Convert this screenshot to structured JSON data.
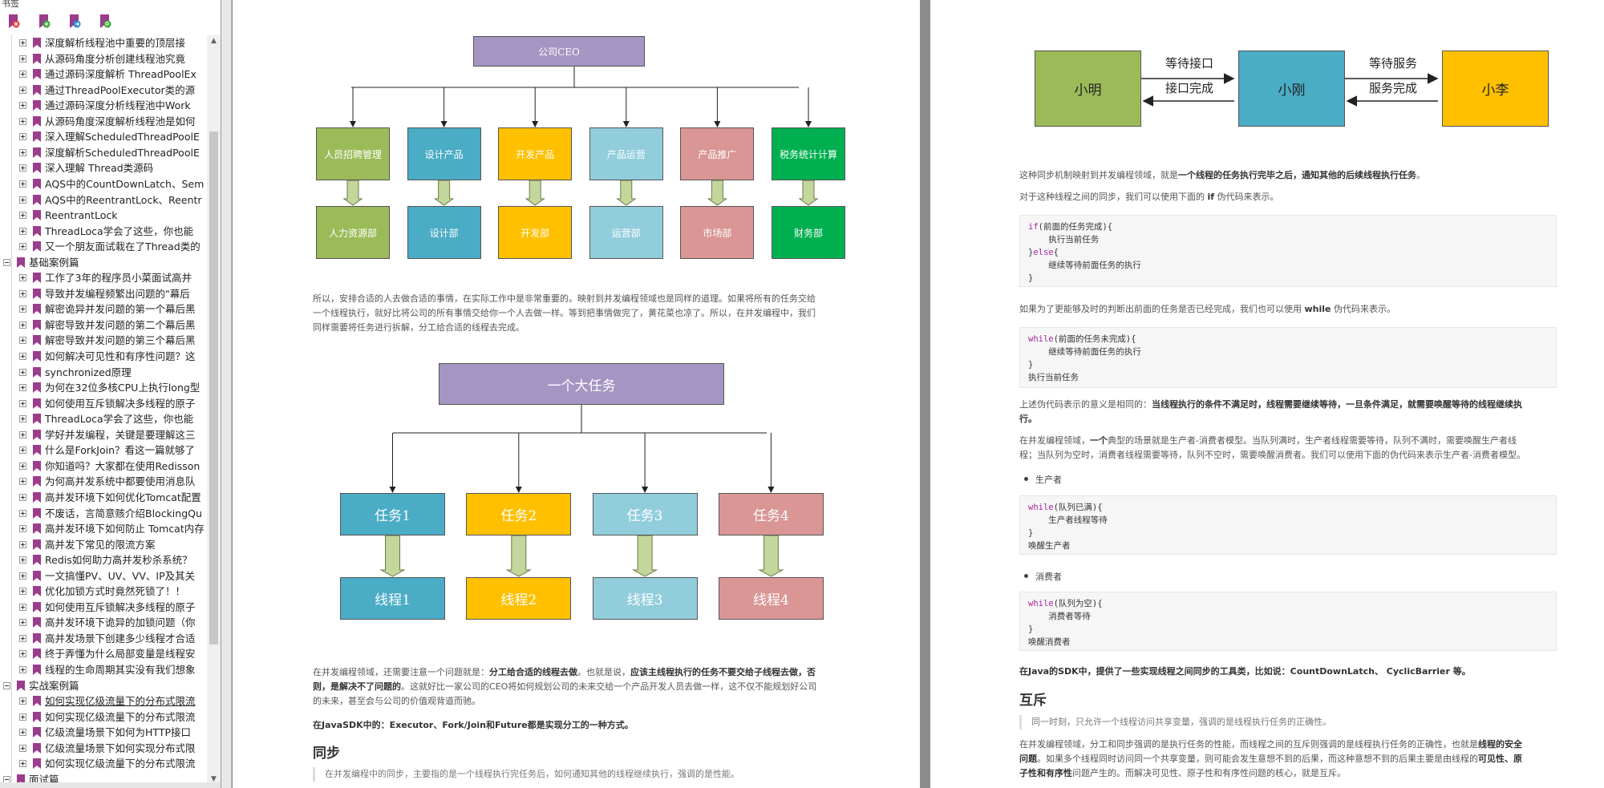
{
  "sidebar": {
    "title": "书签",
    "toolbar_icons": [
      "delete-bookmark-icon",
      "add-bookmark-icon",
      "expand-bookmark-icon",
      "find-bookmark-icon"
    ],
    "items": [
      {
        "label": "深度解析线程池中重要的顶层接",
        "level": 2
      },
      {
        "label": "从源码角度分析创建线程池究竟",
        "level": 2
      },
      {
        "label": "通过源码深度解析 ThreadPoolEx",
        "level": 2
      },
      {
        "label": "通过ThreadPoolExecutor类的源",
        "level": 2
      },
      {
        "label": "通过源码深度分析线程池中Work",
        "level": 2
      },
      {
        "label": "从源码角度深度解析线程池是如何",
        "level": 2
      },
      {
        "label": "深入理解ScheduledThreadPoolE",
        "level": 2
      },
      {
        "label": "深度解析ScheduledThreadPoolE",
        "level": 2
      },
      {
        "label": "深入理解 Thread类源码",
        "level": 2
      },
      {
        "label": "AQS中的CountDownLatch、Sem",
        "level": 2
      },
      {
        "label": "AQS中的ReentrantLock、Reentr",
        "level": 2
      },
      {
        "label": "ReentrantLock",
        "level": 2
      },
      {
        "label": "ThreadLoca学会了这些，你也能",
        "level": 2
      },
      {
        "label": "又一个朋友面试栽在了Thread类的",
        "level": 2
      },
      {
        "label": "基础案例篇",
        "level": 1
      },
      {
        "label": "工作了3年的程序员小菜面试高并",
        "level": 2
      },
      {
        "label": "导致并发编程频繁出问题的\"幕后",
        "level": 2
      },
      {
        "label": "解密诡异并发问题的第一个幕后黑",
        "level": 2
      },
      {
        "label": "解密导致并发问题的第二个幕后黑",
        "level": 2
      },
      {
        "label": "解密导致并发问题的第三个幕后黑",
        "level": 2
      },
      {
        "label": "如何解决可见性和有序性问题？这",
        "level": 2
      },
      {
        "label": "synchronized原理",
        "level": 2
      },
      {
        "label": "为何在32位多核CPU上执行long型",
        "level": 2
      },
      {
        "label": "如何使用互斥锁解决多线程的原子",
        "level": 2
      },
      {
        "label": "ThreadLoca学会了这些，你也能",
        "level": 2
      },
      {
        "label": "学好并发编程，关键是要理解这三",
        "level": 2
      },
      {
        "label": "什么是ForkJoin？看这一篇就够了",
        "level": 2
      },
      {
        "label": "你知道吗？大家都在使用Redisson",
        "level": 2
      },
      {
        "label": "为何高并发系统中都要使用消息队",
        "level": 2
      },
      {
        "label": "高并发环境下如何优化Tomcat配置",
        "level": 2
      },
      {
        "label": "不废话，言简意赅介绍BlockingQu",
        "level": 2
      },
      {
        "label": "高并发环境下如何防止 Tomcat内存",
        "level": 2
      },
      {
        "label": "高并发下常见的限流方案",
        "level": 2
      },
      {
        "label": "Redis如何助力高并发秒杀系统？",
        "level": 2
      },
      {
        "label": "一文搞懂PV、UV、VV、IP及其关",
        "level": 2
      },
      {
        "label": "优化加锁方式时竟然死锁了！！",
        "level": 2
      },
      {
        "label": "如何使用互斥锁解决多线程的原子",
        "level": 2
      },
      {
        "label": "高并发环境下诡异的加锁问题（你",
        "level": 2
      },
      {
        "label": "高并发场景下创建多少线程才合适",
        "level": 2
      },
      {
        "label": "终于弄懂为什么局部变量是线程安",
        "level": 2
      },
      {
        "label": "线程的生命周期其实没有我们想象",
        "level": 2
      },
      {
        "label": "实战案例篇",
        "level": 1
      },
      {
        "label": "如何实现亿级流量下的分布式限流",
        "level": 2,
        "selected": true
      },
      {
        "label": "如何实现亿级流量下的分布式限流",
        "level": 2
      },
      {
        "label": "亿级流量场景下如何为HTTP接口",
        "level": 2
      },
      {
        "label": "亿级流量场景下如何实现分布式限",
        "level": 2
      },
      {
        "label": "如何实现亿级流量下的分布式限流",
        "level": 2
      },
      {
        "label": "面试篇",
        "level": 1
      }
    ]
  },
  "page1": {
    "diagram1": {
      "ceo": "公司CEO",
      "tasks": [
        "人员招聘管理",
        "设计产品",
        "开发产品",
        "产品运营",
        "产品推广",
        "税务统计计算"
      ],
      "depts": [
        "人力资源部",
        "设计部",
        "开发部",
        "运营部",
        "市场部",
        "财务部"
      ],
      "colors": [
        "#9bbb59",
        "#4bacc6",
        "#ffc000",
        "#92cddc",
        "#d99694",
        "#00b050"
      ]
    },
    "para1": [
      "所以，安排合适的人去做合适的事情，在实际工作中是非常重要的。映射到并发编程领域也是同样的道理。如果将所有的任务交给",
      "一个线程执行，就好比将公司的所有事情交给你一个人去做一样。等到把事情做完了，黄花菜也凉了。所以，在并发编程中，我们",
      "同样需要将任务进行拆解，分工给合适的线程去完成。"
    ],
    "diagram2": {
      "big": "一个大任务",
      "tasks": [
        "任务1",
        "任务2",
        "任务3",
        "任务4"
      ],
      "threads": [
        "线程1",
        "线程2",
        "线程3",
        "线程4"
      ],
      "colors": [
        "#4bacc6",
        "#ffc000",
        "#92cddc",
        "#d99694"
      ]
    },
    "para2_a": "在并发编程领域，还需要注意一个问题就是：",
    "para2_b": "分工给合适的线程去做",
    "para2_c": "。也就是说，",
    "para2_d": "应该主线程执行的任务不要交给子线程去做，否",
    "para2_e": "则，是解决不了问题的",
    "para2_f": "。这就好比一家公司的CEO将如何规划公司的未来交给一个产品开发人员去做一样，这不仅不能规划好公司",
    "para2_g": "的未来，甚至会与公司的价值观背道而驰。",
    "para3": "在JavaSDK中的：Executor、Fork/Join和Future都是实现分工的一种方式。",
    "h_sync": "同步",
    "quote_sync": "在并发编程中的同步，主要指的是一个线程执行完任务后，如何通知其他的线程继续执行，强调的是性能。"
  },
  "page2": {
    "diagram3": {
      "boxes": [
        "小明",
        "小刚",
        "小李"
      ],
      "colors": [
        "#9bbb59",
        "#4bacc6",
        "#ffc000"
      ],
      "arrow1_top": "等待接口",
      "arrow1_bottom": "接口完成",
      "arrow2_top": "等待服务",
      "arrow2_bottom": "服务完成"
    },
    "p1_a": "这种同步机制映射到并发编程领域，就是",
    "p1_b": "一个线程的任务执行完毕之后，通知其他的后续线程执行任务",
    "p1_c": "。",
    "p2_a": "对于这种线程之间的同步，我们可以使用下面的 ",
    "p2_b": "if",
    "p2_c": " 伪代码来表示。",
    "code1": {
      "l1_kw": "if",
      "l1": "(前面的任务完成){",
      "l2": "    执行当前任务",
      "l3_a": "}",
      "l3_kw": "else",
      "l3_b": "{",
      "l4": "    继续等待前面任务的执行",
      "l5": "}"
    },
    "p3_a": "如果为了更能够及时的判断出前面的任务是否已经完成，我们也可以使用 ",
    "p3_b": "while",
    "p3_c": " 伪代码来表示。",
    "code2": {
      "l1_kw": "while",
      "l1": "(前面的任务未完成){",
      "l2": "    继续等待前面任务的执行",
      "l3": "}",
      "l4": "执行当前任务"
    },
    "p4_a": "上述伪代码表示的意义是相同的：",
    "p4_b": "当线程执行的条件不满足时，线程需要继续等待，一旦条件满足，就需要唤醒等待的线程继续执",
    "p4_c": "行。",
    "p5_a": "在并发编程领域，",
    "p5_b": "一个",
    "p5_c": "典型的场景就是生产者-消费者模型。当队列满时，生产者线程需要等待，队列不满时，需要唤醒生产者线",
    "p5_d": "程；当队列为空时，消费者线程需要等待，队列不空时，需要唤醒消费者。我们可以使用下面的伪代码来表示生产者-消费者模型。",
    "bullet1": "生产者",
    "code3": {
      "l1_kw": "while",
      "l1": "(队列已满){",
      "l2": "    生产者线程等待",
      "l3": "}",
      "l4": "唤醒生产者"
    },
    "bullet2": "消费者",
    "code4": {
      "l1_kw": "while",
      "l1": "(队列为空){",
      "l2": "    消费者等待",
      "l3": "}",
      "l4": "唤醒消费者"
    },
    "p6": "在Java的SDK中，提供了一些实现线程之间同步的工具类，比如说：CountDownLatch、 CyclicBarrier 等。",
    "h_mutex": "互斥",
    "quote_mutex": "同一时刻，只允许一个线程访问共享变量，强调的是线程执行任务的正确性。",
    "p7_a": "在并发编程领域，分工和同步强调的是执行任务的性能，而线程之间的互斥则强调的是线程执行任务的正确性，也就是",
    "p7_b": "线程的安全",
    "p7_c": "问题",
    "p7_d": "。如果多个线程同时访问同一个共享变量，则可能会发生意想不到的后果，而这种意想不到的后果主要是由线程的",
    "p7_e": "可见性、原",
    "p7_f": "子性和有序性",
    "p7_g": "问题产生的。而解决可见性、原子性和有序性问题的核心，就是互斥。"
  }
}
